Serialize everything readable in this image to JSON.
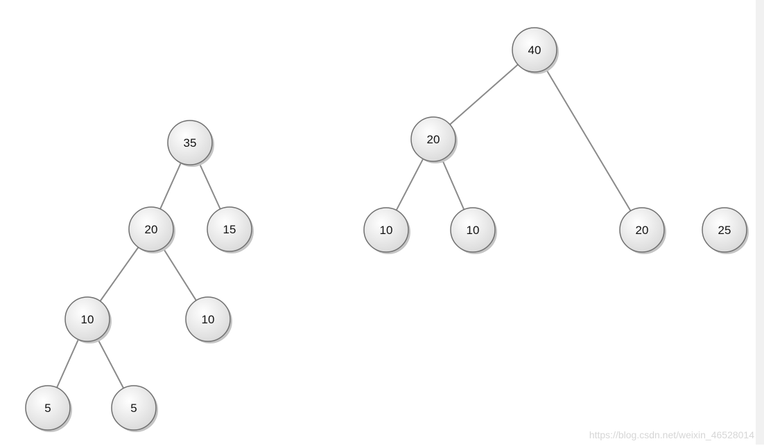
{
  "diagram": {
    "colors": {
      "edge": "#8a8a8a",
      "node_stroke": "#6f6f6f",
      "node_fill_top": "#ffffff",
      "node_fill_bottom": "#d9d9d9",
      "shadow": "#c4c4c4",
      "text": "#111111"
    },
    "trees": [
      {
        "id": "left-tree",
        "nodes": [
          {
            "id": "L35",
            "label": "35"
          },
          {
            "id": "L20",
            "label": "20"
          },
          {
            "id": "L15",
            "label": "15"
          },
          {
            "id": "L10a",
            "label": "10"
          },
          {
            "id": "L10b",
            "label": "10"
          },
          {
            "id": "L5a",
            "label": "5"
          },
          {
            "id": "L5b",
            "label": "5"
          }
        ],
        "edges": [
          [
            "L35",
            "L20"
          ],
          [
            "L35",
            "L15"
          ],
          [
            "L20",
            "L10a"
          ],
          [
            "L20",
            "L10b"
          ],
          [
            "L10a",
            "L5a"
          ],
          [
            "L10a",
            "L5b"
          ]
        ]
      },
      {
        "id": "right-tree",
        "nodes": [
          {
            "id": "R40",
            "label": "40"
          },
          {
            "id": "R20a",
            "label": "20"
          },
          {
            "id": "R10a",
            "label": "10"
          },
          {
            "id": "R10b",
            "label": "10"
          },
          {
            "id": "R20b",
            "label": "20"
          }
        ],
        "edges": [
          [
            "R40",
            "R20a"
          ],
          [
            "R40",
            "R20b"
          ],
          [
            "R20a",
            "R10a"
          ],
          [
            "R20a",
            "R10b"
          ]
        ]
      },
      {
        "id": "single-node",
        "nodes": [
          {
            "id": "S25",
            "label": "25"
          }
        ],
        "edges": []
      }
    ]
  },
  "watermark": {
    "text": "https://blog.csdn.net/weixin_46528014"
  }
}
